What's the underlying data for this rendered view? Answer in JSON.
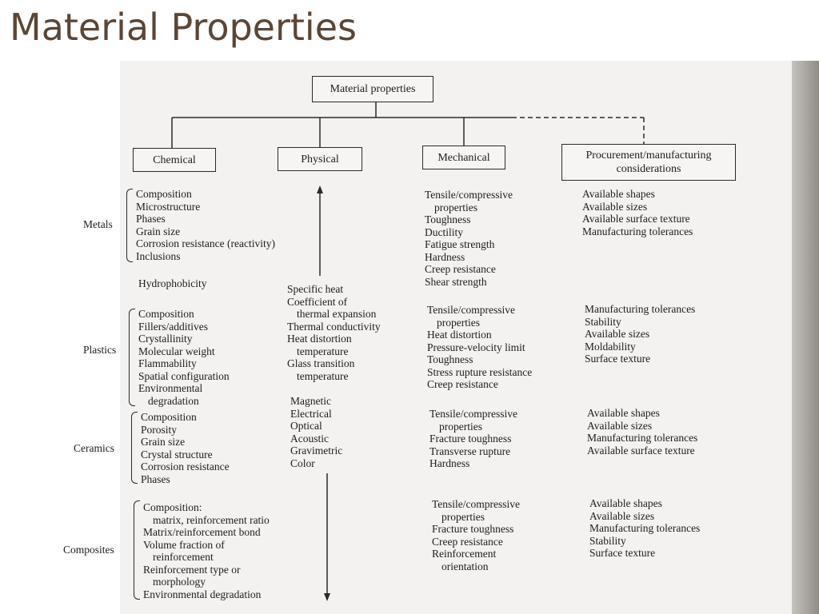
{
  "title": "Material Properties",
  "root": "Material properties",
  "branches": [
    {
      "id": "chemical",
      "label": "Chemical"
    },
    {
      "id": "physical",
      "label": "Physical"
    },
    {
      "id": "mechanical",
      "label": "Mechanical"
    },
    {
      "id": "procurement",
      "label": "Procurement/manufacturing considerations"
    }
  ],
  "categories": [
    "Metals",
    "Plastics",
    "Ceramics",
    "Composites"
  ],
  "chemical": {
    "metals": [
      "Composition",
      "Microstructure",
      "Phases",
      "Grain size",
      "Corrosion resistance (reactivity)",
      "Inclusions"
    ],
    "general": "Hydrophobicity",
    "plastics": [
      "Composition",
      "Fillers/additives",
      "Crystallinity",
      "Molecular weight",
      "Flammability",
      "Spatial configuration",
      "Environmental",
      "degradation"
    ],
    "ceramics": [
      "Composition",
      "Porosity",
      "Grain size",
      "Crystal structure",
      "Corrosion resistance",
      "Phases"
    ],
    "composites": [
      "Composition:",
      "matrix, reinforcement ratio",
      "Matrix/reinforcement bond",
      "Volume fraction of",
      "reinforcement",
      "Reinforcement type or",
      "morphology",
      "Environmental degradation"
    ]
  },
  "physical": [
    "Specific heat",
    "Coefficient of",
    "thermal expansion",
    "Thermal conductivity",
    "Heat distortion",
    "temperature",
    "Glass transition",
    "temperature",
    "Magnetic",
    "Electrical",
    "Optical",
    "Acoustic",
    "Gravimetric",
    "Color"
  ],
  "mechanical": {
    "metals": [
      "Tensile/compressive",
      "properties",
      "Toughness",
      "Ductility",
      "Fatigue strength",
      "Hardness",
      "Creep resistance",
      "Shear strength"
    ],
    "plastics": [
      "Tensile/compressive",
      "properties",
      "Heat distortion",
      "Pressure-velocity limit",
      "Toughness",
      "Stress rupture resistance",
      "Creep resistance"
    ],
    "ceramics": [
      "Tensile/compressive",
      "properties",
      "Fracture toughness",
      "Transverse rupture",
      "Hardness"
    ],
    "composites": [
      "Tensile/compressive",
      "properties",
      "Fracture toughness",
      "Creep resistance",
      "Reinforcement",
      "orientation"
    ]
  },
  "procurement": {
    "metals": [
      "Available shapes",
      "Available sizes",
      "Available surface texture",
      "Manufacturing tolerances"
    ],
    "plastics": [
      "Manufacturing tolerances",
      "Stability",
      "Available sizes",
      "Moldability",
      "Surface texture"
    ],
    "ceramics": [
      "Available shapes",
      "Available sizes",
      "Manufacturing tolerances",
      "Available surface texture"
    ],
    "composites": [
      "Available shapes",
      "Available sizes",
      "Manufacturing tolerances",
      "Stability",
      "Surface texture"
    ]
  }
}
